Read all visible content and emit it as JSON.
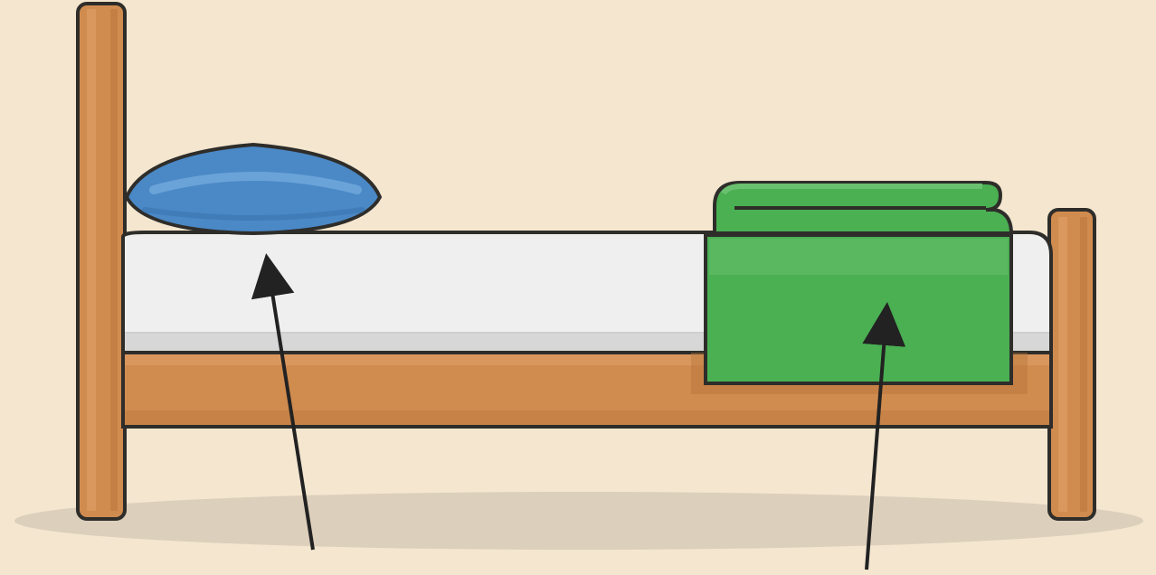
{
  "scene": {
    "objects": [
      {
        "name": "bed",
        "parts": [
          "headboard-post",
          "footboard-post",
          "bed-frame",
          "mattress"
        ]
      },
      {
        "name": "pillow"
      },
      {
        "name": "folded-blanket"
      }
    ],
    "arrows": [
      {
        "name": "arrow-to-mattress"
      },
      {
        "name": "arrow-to-blanket"
      }
    ]
  },
  "colors": {
    "background": "#f4e6cf",
    "shadow": "#dccfbb",
    "wood": "#d08b4f",
    "wood_dark": "#b57238",
    "wood_light": "#e1a46b",
    "mattress": "#efefef",
    "mattress_shadow": "#d7d7d7",
    "pillow": "#4a88c6",
    "pillow_light": "#6aa3d8",
    "blanket": "#4ab052",
    "blanket_light": "#69c06f",
    "blanket_dark": "#3d9645",
    "outline": "#2e2d2a",
    "arrow": "#222222"
  }
}
